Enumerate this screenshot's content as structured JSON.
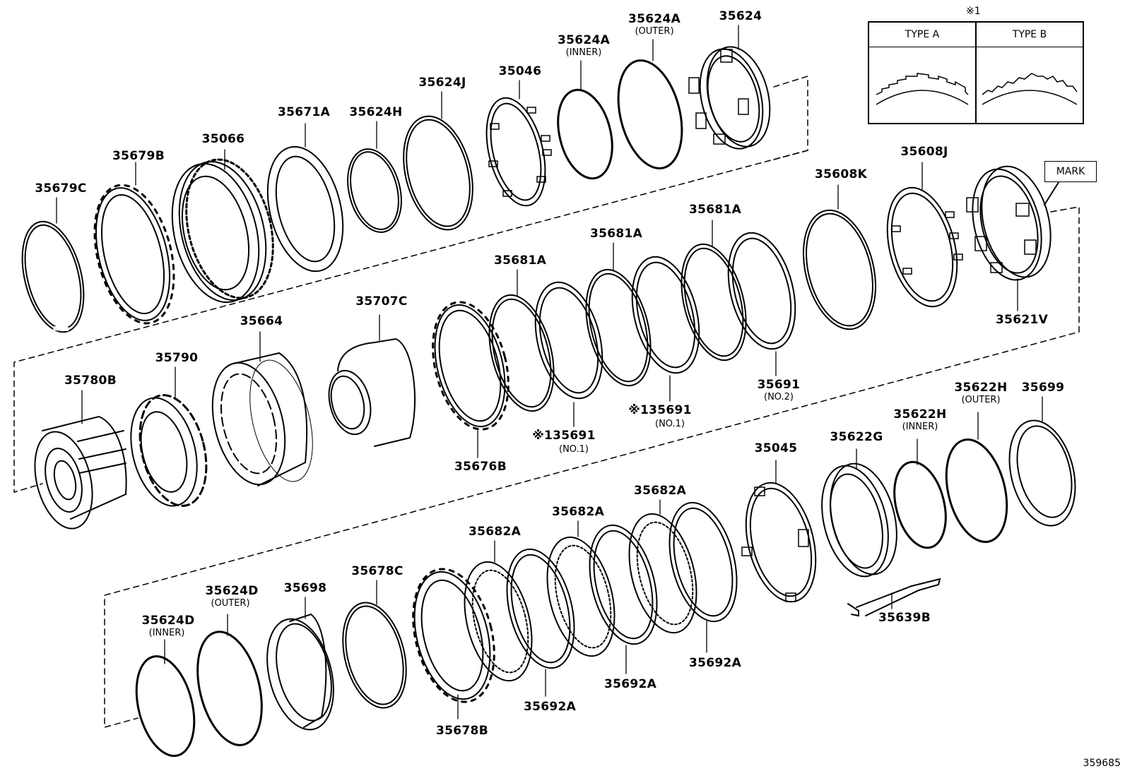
{
  "note_ref": "※1",
  "type_table": {
    "type_a": "TYPE A",
    "type_b": "TYPE B"
  },
  "mark_label": "MARK",
  "figure_number": "359685",
  "labels": {
    "p35679C": "35679C",
    "p35679B": "35679B",
    "p35066": "35066",
    "p35671A": "35671A",
    "p35624H": "35624H",
    "p35624J": "35624J",
    "p35046": "35046",
    "p35624A_inner": "35624A",
    "p35624A_inner_sub": "(INNER)",
    "p35624A_outer": "35624A",
    "p35624A_outer_sub": "(OUTER)",
    "p35624": "35624",
    "p35608K": "35608K",
    "p35608J": "35608J",
    "p35621V": "35621V",
    "p35681A_1": "35681A",
    "p35681A_2": "35681A",
    "p35681A_3": "35681A",
    "p35691_no2": "35691",
    "p35691_no2_sub": "(NO.2)",
    "p35691_no1a": "※135691",
    "p35691_no1a_sub": "(NO.1)",
    "p35691_no1b": "※135691",
    "p35691_no1b_sub": "(NO.1)",
    "p35676B": "35676B",
    "p35780B": "35780B",
    "p35790": "35790",
    "p35664": "35664",
    "p35707C": "35707C",
    "p35045": "35045",
    "p35622G": "35622G",
    "p35622H_inner": "35622H",
    "p35622H_inner_sub": "(INNER)",
    "p35622H_outer": "35622H",
    "p35622H_outer_sub": "(OUTER)",
    "p35699": "35699",
    "p35639B": "35639B",
    "p35624D_inner": "35624D",
    "p35624D_inner_sub": "(INNER)",
    "p35624D_outer": "35624D",
    "p35624D_outer_sub": "(OUTER)",
    "p35698": "35698",
    "p35678C": "35678C",
    "p35678B": "35678B",
    "p35682A_1": "35682A",
    "p35682A_2": "35682A",
    "p35682A_3": "35682A",
    "p35692A_1": "35692A",
    "p35692A_2": "35692A",
    "p35692A_3": "35692A"
  }
}
